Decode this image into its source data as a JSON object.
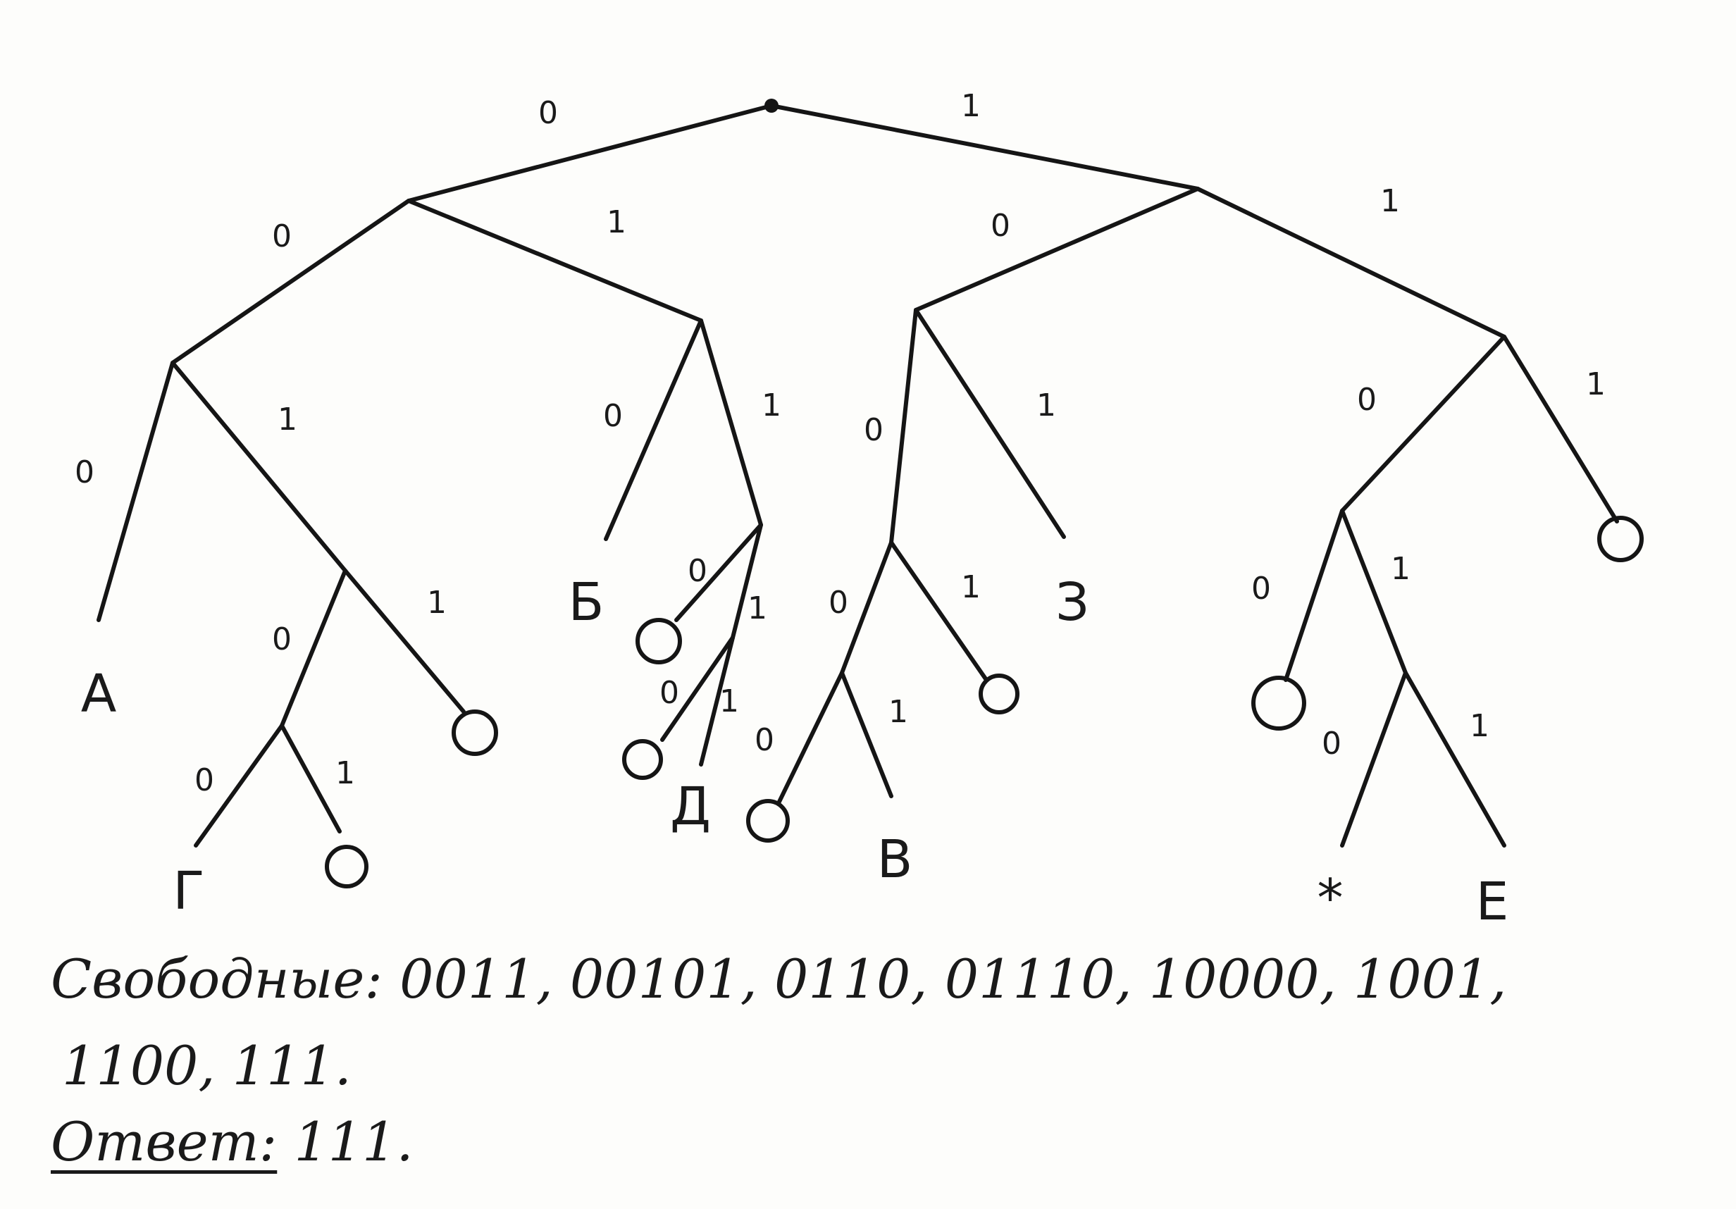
{
  "tree": {
    "leaf_labels": {
      "A": "А",
      "B": "Б",
      "G": "Г",
      "D": "Д",
      "V": "В",
      "Z": "З",
      "E": "Е",
      "star": "*"
    },
    "free_marker": "o"
  },
  "notes": {
    "free_label": "Свободные:",
    "free_codes": "0011, 00101, 0110, 01110, 10000, 1001,",
    "free_codes_cont": "1100, 111.",
    "answer_label": "Ответ:",
    "answer_value": "111."
  }
}
